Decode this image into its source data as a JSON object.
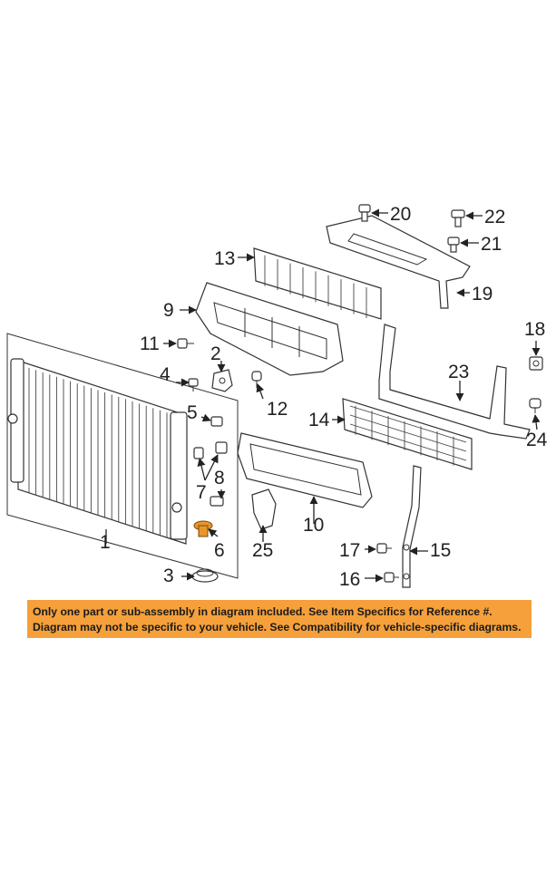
{
  "colors": {
    "highlight": "#f5a03a",
    "part_orange": "#e8962a",
    "line": "#333333"
  },
  "callouts": {
    "c1": "1",
    "c2": "2",
    "c3": "3",
    "c4": "4",
    "c5": "5",
    "c6": "6",
    "c7": "7",
    "c8": "8",
    "c9": "9",
    "c10": "10",
    "c11": "11",
    "c12": "12",
    "c13": "13",
    "c14": "14",
    "c15": "15",
    "c16": "16",
    "c17": "17",
    "c18": "18",
    "c19": "19",
    "c20": "20",
    "c21": "21",
    "c22": "22",
    "c23": "23",
    "c24": "24",
    "c25": "25"
  },
  "notice": {
    "line1": "Only one part or sub-assembly in diagram included. See Item Specifics for Reference #.",
    "line2": "Diagram may not be specific to your vehicle. See Compatibility for vehicle-specific diagrams."
  }
}
